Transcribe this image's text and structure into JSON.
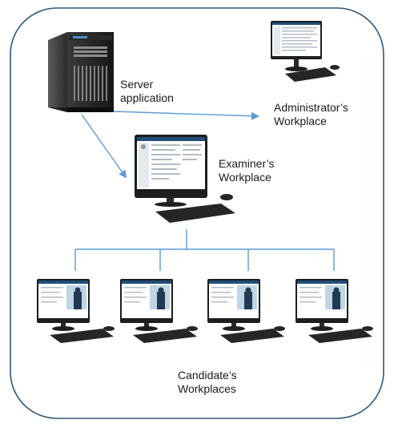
{
  "colors": {
    "frame": "#2e5a7a",
    "arrow": "#5b9bd5",
    "connector": "#5b9bd5",
    "screen_accent": "#1f4e79",
    "hardware_dark": "#1e1e1e"
  },
  "icons": {
    "server": "tower-server-icon",
    "workstation": "desktop-computer-icon"
  },
  "labels": {
    "server": {
      "line1": "Server",
      "line2": "application"
    },
    "administrator": {
      "line1": "Administrator’s",
      "line2": "Workplace"
    },
    "examiner": {
      "line1": "Examiner’s",
      "line2": "Workplace"
    },
    "candidate": {
      "line1": "Candidate’s",
      "line2": "Workplaces"
    }
  }
}
